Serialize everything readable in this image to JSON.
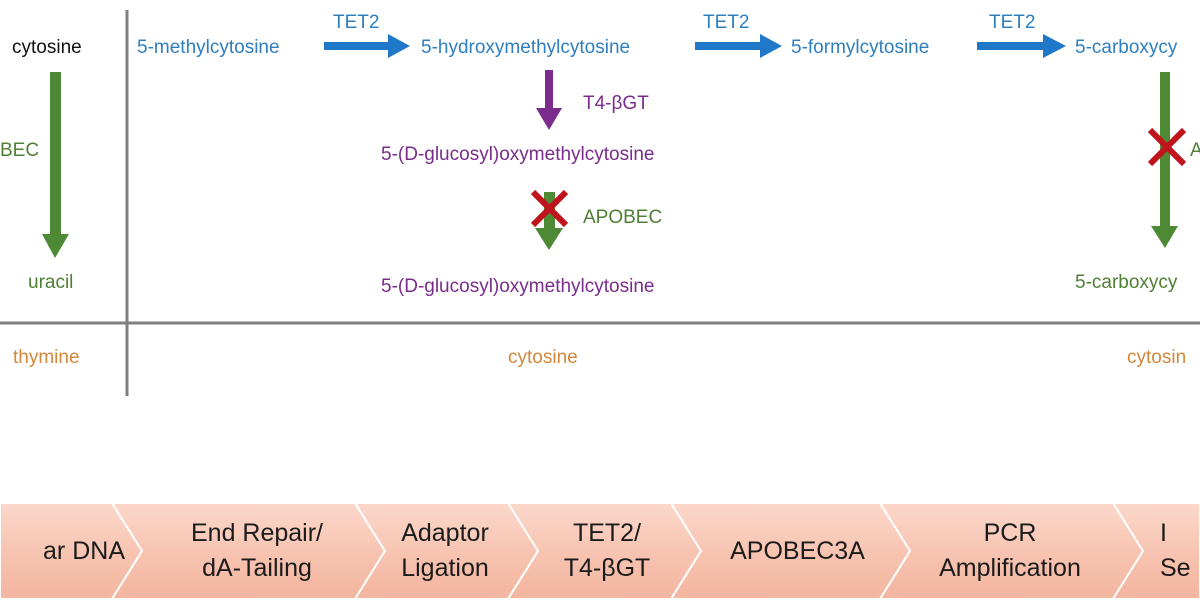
{
  "reactions": {
    "left": {
      "cytosine": "cytosine",
      "enzyme": "BEC",
      "uracil": "uracil",
      "thymine": "thymine"
    },
    "top_row": {
      "mc": "5-methylcytosine",
      "hmc": "5-hydroxymethylcytosine",
      "fc": "5-formylcytosine",
      "cac": "5-carboxycy",
      "arrow1": "TET2",
      "arrow2": "TET2",
      "arrow3": "TET2"
    },
    "middle": {
      "bgt_enzyme": "T4-βGT",
      "glucosyl_1": "5-(D-glucosyl)oxymethylcytosine",
      "apobec_blocked": "APOBEC",
      "glucosyl_2": "5-(D-glucosyl)oxymethylcytosine",
      "cytosine_result": "cytosine"
    },
    "right": {
      "enzyme_fragment": "A",
      "cac_result": "5-carboxycy",
      "cytosine_result": "cytosin"
    }
  },
  "workflow": {
    "steps": [
      {
        "label": "ar DNA"
      },
      {
        "label": "End Repair/\ndA-Tailing"
      },
      {
        "label": "Adaptor\nLigation"
      },
      {
        "label": "TET2/\nT4-βGT"
      },
      {
        "label": "APOBEC3A"
      },
      {
        "label": "PCR\nAmplification"
      },
      {
        "label": "I\nSe"
      }
    ]
  },
  "colors": {
    "blue_arrow": "#1f78c8",
    "purple_arrow": "#7b2d8e",
    "green_arrow": "#4e8a35",
    "cross": "#c0141c",
    "divider": "#7f7f7f",
    "workflow_fill": "#f8c6b4"
  }
}
